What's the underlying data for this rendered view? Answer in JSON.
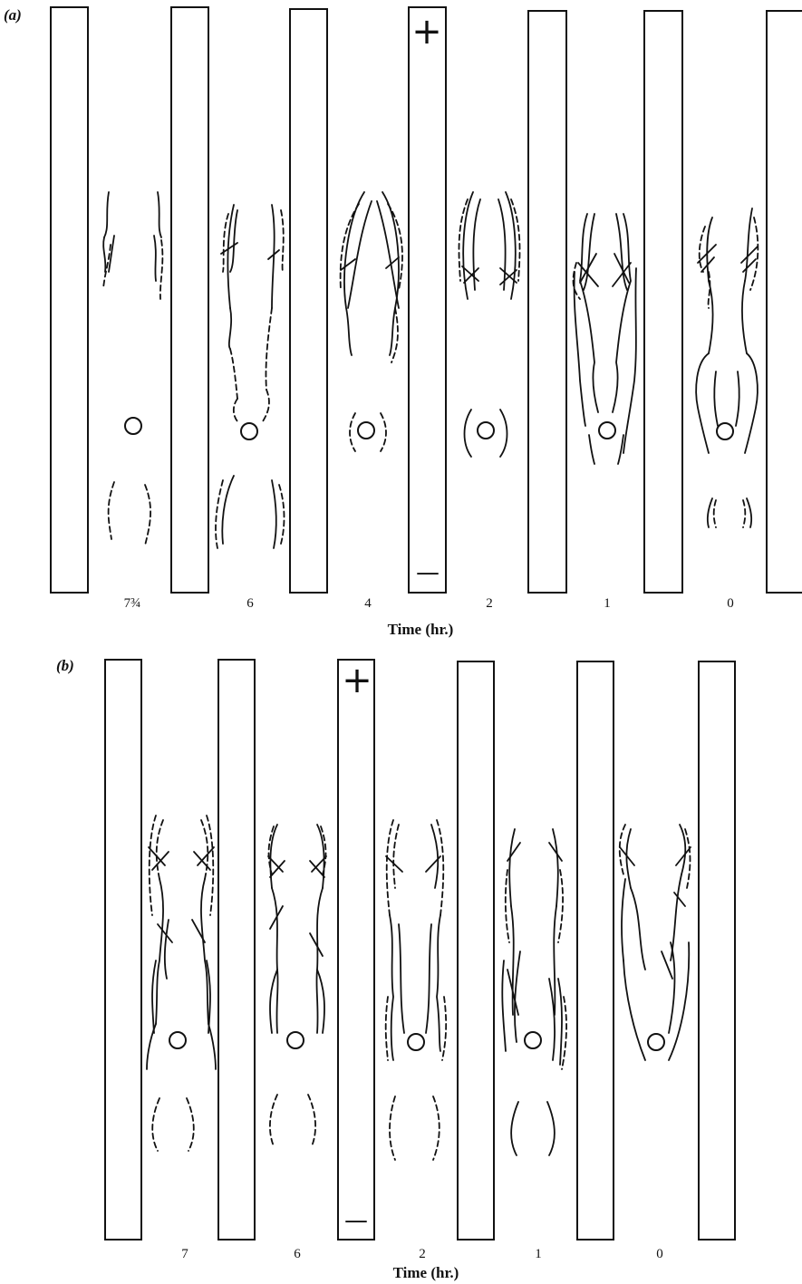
{
  "panels": [
    {
      "label": "(a)",
      "axis_title": "Time (hr.)",
      "plus_sign": "+",
      "minus_sign": "—",
      "times": [
        "7¾",
        "6",
        "4",
        "2",
        "1",
        "0"
      ]
    },
    {
      "label": "(b)",
      "axis_title": "Time (hr.)",
      "plus_sign": "+",
      "minus_sign": "—",
      "times": [
        "7",
        "6",
        "2",
        "1",
        "0"
      ]
    }
  ],
  "colors": {
    "ink": "#111111",
    "background": "#ffffff"
  }
}
